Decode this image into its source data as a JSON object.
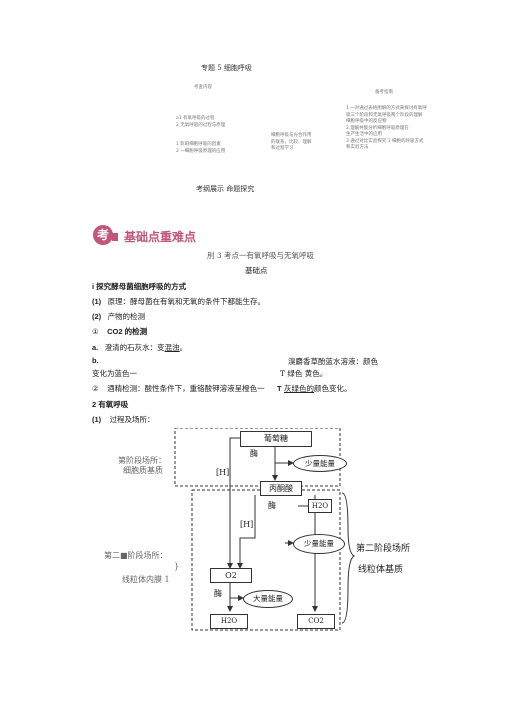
{
  "header": {
    "title": "专题 5 细胞呼吸",
    "left_head": "考查内容",
    "right_head": "备考指南",
    "left_items": [
      "a1 有氧呼吸的过程",
      "2 无氧呼吸的过程与原理",
      "1 影响细胞呼吸的因素",
      "2 一细胞呼吸原理的应用"
    ],
    "mid_items": [
      "细胞呼吸与光合作用",
      "的联系，比较、理解",
      "和过程学习"
    ],
    "right_items": [
      "1 一对通过表格图解的方式来探讨有氧呼",
      "吸三个阶段和无氧呼吸两个阶段的理解",
      "细胞呼吸中的反应物",
      "2.理解并能分析细胞呼吸原理在",
      "生产生活中的应用",
      "3.通过对比实验探究 1 细胞的呼吸方式",
      "和实验方法"
    ],
    "section": "考纲展示  命题探究"
  },
  "banner": {
    "badge": "考",
    "title": "基础点重难点"
  },
  "heading": {
    "line1": "刖 3 考点一有氧呼吸与无氧呼吸",
    "line2": "基础点"
  },
  "content": {
    "i_title": "i 探究酵母菌细胞呼吸的方式",
    "p1_num": "(1)",
    "p1_text": "原理：酵母菌在有氧和无氧的条件下都能生存。",
    "p2_num": "(2)",
    "p2_text": "产物的检测",
    "co2_num": "①",
    "co2_text": "CO2 的检测",
    "a_label": "a.",
    "a_text": "澄清的石灰水：变",
    "a_fill": "混浊",
    "b_label": "b.",
    "b_right": "溴麝香草酚蓝水溶液：颜色",
    "b_left": "变化为蓝色一",
    "b_mid": "T 绿色   黄色。",
    "c_num": "②",
    "c_text": "酒精检测：酸性条件下，重铬酸钾溶液呈橙色一",
    "c_t": "T",
    "c_fill": "灰绿色的",
    "c_end": "颜色变化。",
    "s2_title": "2 有氧呼吸",
    "s2_num": "(1)",
    "s2_text": "过程及场所："
  },
  "diagram": {
    "glucose": "葡萄糖",
    "enzyme1": "酶",
    "small_energy1": "少量能量",
    "h1": "[H]",
    "pyruvate": "丙酮酸",
    "enzyme2": "酶",
    "water_in": "H2O",
    "h2": "[H]",
    "small_energy2": "少量能量",
    "o2": "O2",
    "enzyme3": "酶",
    "large_energy": "大量能量",
    "water_out": "H2O",
    "co2": "CO2",
    "stage1_a": "第阶段场所：",
    "stage1_b": "细胞质基质",
    "stage3_a": "第二■阶段场所：",
    "stage3_b": "}",
    "stage3_c": "线粒体内膜 1",
    "stage2_a": "第二阶段场所",
    "stage2_b": "线粒体基质"
  }
}
